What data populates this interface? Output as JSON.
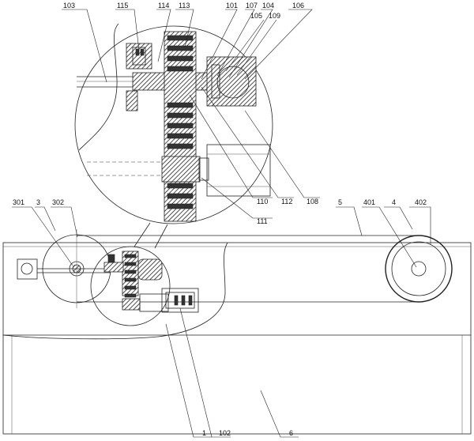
{
  "labels": {
    "l103": "103",
    "l115": "115",
    "l114": "114",
    "l113": "113",
    "l101": "101",
    "l107": "107",
    "l104": "104",
    "l106": "106",
    "l105": "105",
    "l109": "109",
    "l110": "110",
    "l112": "112",
    "l108": "108",
    "l111": "111",
    "l5": "5",
    "l401": "401",
    "l4": "4",
    "l402": "402",
    "l301": "301",
    "l3": "3",
    "l302": "302",
    "l1": "1",
    "l102": "102",
    "l6": "6"
  }
}
